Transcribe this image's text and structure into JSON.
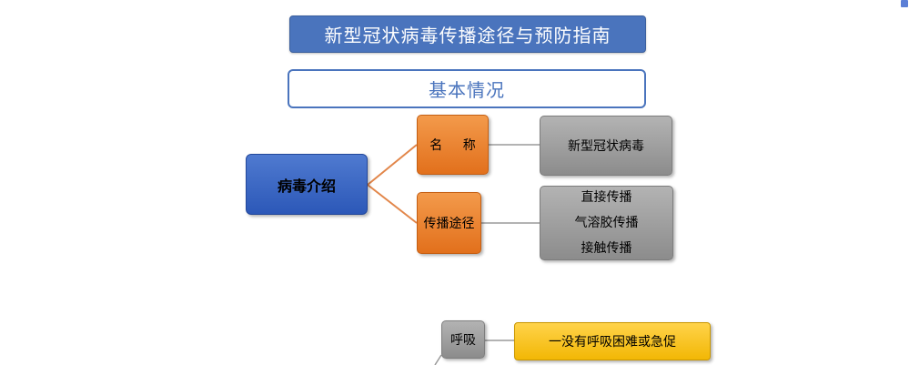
{
  "title": "新型冠状病毒传播途径与预防指南",
  "section": "基本情况",
  "root": "病毒介绍",
  "branches": [
    {
      "label": "名 称",
      "details": [
        "新型冠状病毒"
      ]
    },
    {
      "label": "传播途径",
      "details": [
        "直接传播",
        "气溶胶传播",
        "接触传播"
      ]
    }
  ],
  "lower": {
    "label": "呼吸",
    "detail": "一没有呼吸困难或急促"
  },
  "colors": {
    "title_bg": "#4a74bd",
    "root_bg": "#2c58b8",
    "branch_bg": "#e2701c",
    "detail_bg": "#9e9e9e",
    "highlight_bg": "#f2b705",
    "connector_orange": "#e2864a",
    "connector_gray": "#9a9a9a"
  }
}
